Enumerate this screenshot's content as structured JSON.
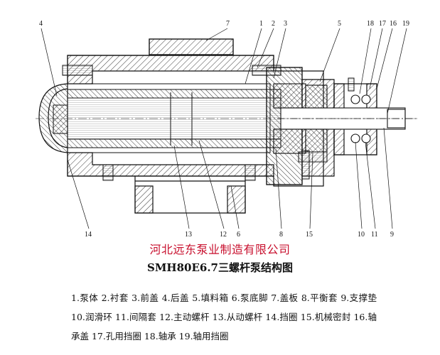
{
  "company": "河北远东泵业制造有限公司",
  "title": "SMH80E6.7三螺杆泵结构图",
  "callouts": [
    "1",
    "2",
    "3",
    "4",
    "5",
    "6",
    "7",
    "8",
    "9",
    "10",
    "11",
    "12",
    "13",
    "14",
    "15",
    "16",
    "17",
    "18",
    "19"
  ],
  "legend_text": "1.泵体 2.衬套 3.前盖 4.后盖 5.填料箱 6.泵底脚 7.盖板 8.平衡套 9.支撑垫 10.润滑环 11.间隔套 12.主动螺杆 13.从动螺杆 14.挡圈 15.机械密封 16.轴承盖 17.孔用挡圈 18.轴承 19.轴用挡圈",
  "colors": {
    "company": "#c8102e",
    "ink": "#111111"
  }
}
